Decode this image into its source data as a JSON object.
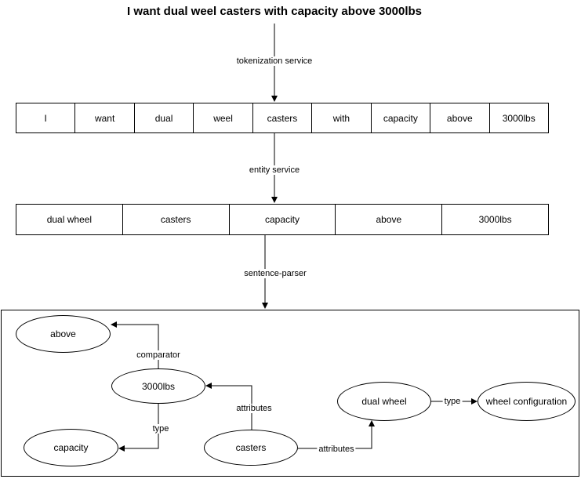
{
  "title": "I want dual weel casters with capacity above 3000lbs",
  "tokens": [
    "I",
    "want",
    "dual",
    "weel",
    "casters",
    "with",
    "capacity",
    "above",
    "3000lbs"
  ],
  "entities": [
    "dual wheel",
    "casters",
    "capacity",
    "above",
    "3000lbs"
  ],
  "flow_labels": {
    "tokenization": "tokenization service",
    "entity": "entity service",
    "parser": "sentence-parser"
  },
  "graph": {
    "nodes": {
      "above": "above",
      "lbs": "3000lbs",
      "capacity": "capacity",
      "casters": "casters",
      "dual_wheel": "dual wheel",
      "wheel_config": "wheel configuration"
    },
    "edges": {
      "comparator": "comparator",
      "type_capacity": "type",
      "attributes_lbs": "attributes",
      "attributes_dual": "attributes",
      "type_wheel": "type"
    }
  }
}
